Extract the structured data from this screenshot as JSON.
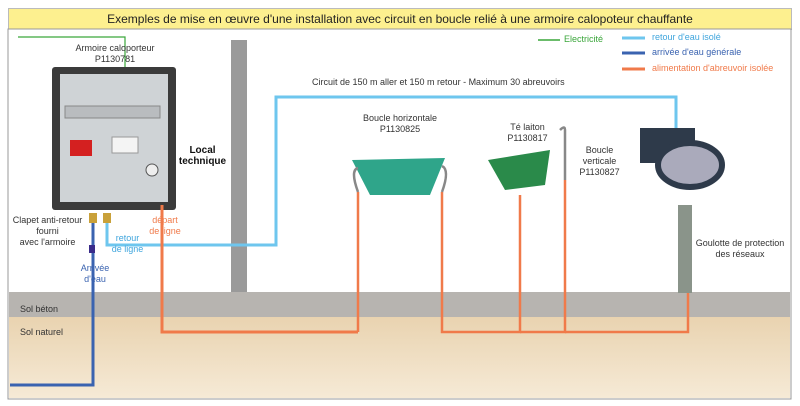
{
  "title": "Exemples de mise en œuvre d'une installation avec circuit en boucle relié à une armoire calopoteur chauffante",
  "legend": [
    {
      "label": "Electricité",
      "color": "#3aa63a"
    },
    {
      "label": "retour d'eau isolé",
      "color": "#6ec6ee"
    },
    {
      "label": "arrivée d'eau générale",
      "color": "#3a63b0"
    },
    {
      "label": "alimentation d'abreuvoir isolée",
      "color": "#f07a4a"
    }
  ],
  "labels": {
    "armoire": "Armoire caloporteur",
    "armoire_ref": "P1130781",
    "local1": "Local",
    "local2": "technique",
    "circuit": "Circuit de 150 m aller et 150 m retour - Maximum 30 abreuvoirs",
    "boucle_h": "Boucle horizontale",
    "boucle_h_ref": "P1130825",
    "te": "Té laiton",
    "te_ref": "P1130817",
    "boucle_v1": "Boucle",
    "boucle_v2": "verticale",
    "boucle_v_ref": "P1130827",
    "clapet1": "Clapet anti-retour",
    "clapet2": "fourni",
    "clapet3": "avec l'armoire",
    "depart1": "départ",
    "depart2": "de ligne",
    "retour1": "retour",
    "retour2": "de ligne",
    "arrivee1": "Arrivée",
    "arrivee2": "d'eau",
    "goulotte1": "Goulotte de protection",
    "goulotte2": "des réseaux",
    "sol_beton": "Sol béton",
    "sol_naturel": "Sol naturel"
  }
}
